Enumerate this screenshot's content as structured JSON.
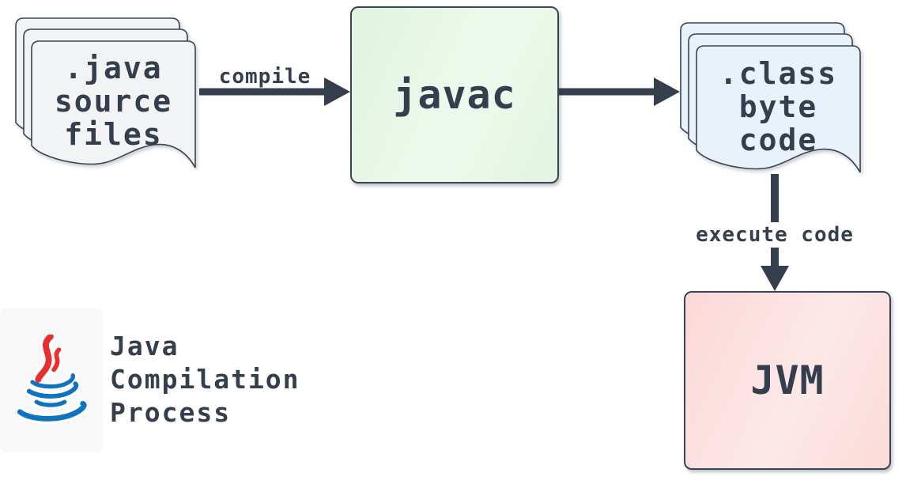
{
  "diagram": {
    "title": {
      "lines": [
        "Java",
        "Compilation",
        "Process"
      ]
    },
    "nodes": {
      "source_files": {
        "lines": [
          ".java",
          "source",
          "files"
        ]
      },
      "javac": {
        "label": "javac"
      },
      "byte_code": {
        "lines": [
          ".class",
          "byte",
          "code"
        ]
      },
      "jvm": {
        "label": "JVM"
      }
    },
    "edges": {
      "compile": {
        "label": "compile"
      },
      "execute": {
        "label": "execute code"
      }
    },
    "icons": {
      "source_files": "document-stack-icon",
      "byte_code": "document-stack-icon",
      "legend": "java-logo-icon"
    },
    "colors": {
      "ink": "#353e4c",
      "source_fill": "#f2f3f5",
      "javac_fill": "#e3f5e2",
      "bytecode_fill": "#e9f1fb",
      "jvm_fill": "#fcdada",
      "logo_red": "#ea2d2e",
      "logo_blue": "#0f74bd"
    }
  }
}
